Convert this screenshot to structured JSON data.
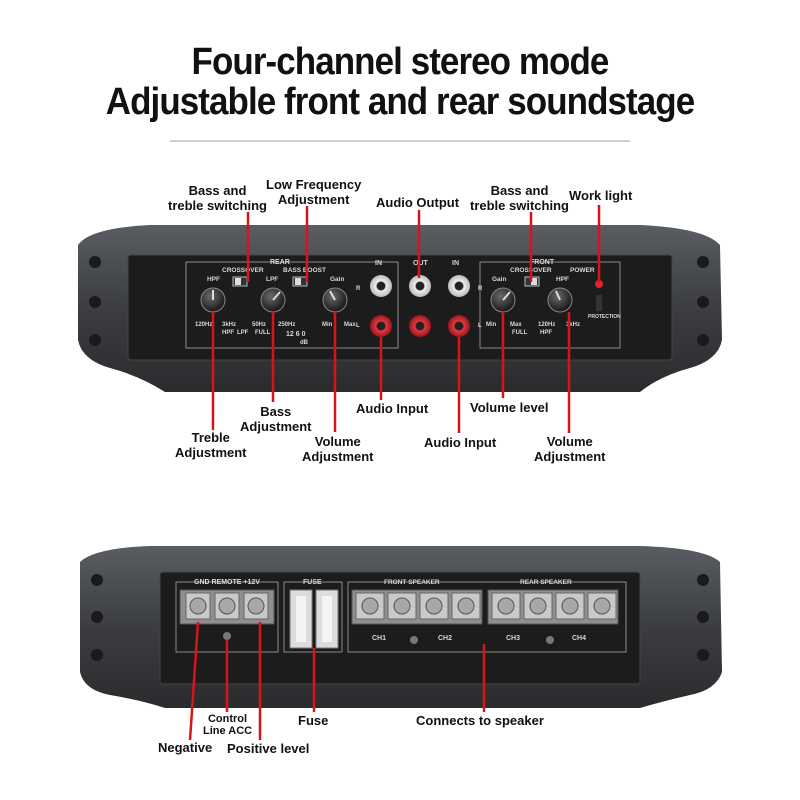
{
  "headline": {
    "line1": "Four-channel stereo mode",
    "line2": "Adjustable front and rear soundstage"
  },
  "panel_top": {
    "rear": "REAR",
    "front": "FRONT",
    "in_left": "IN",
    "out": "OUT",
    "in_right": "IN",
    "crossover": "CROSSOVER",
    "bass_boost": "BASS BOOST",
    "gain": "Gain",
    "hpf": "HPF",
    "lpf": "LPF",
    "power": "POWER",
    "protection": "PROTECTION",
    "hz120": "120Hz",
    "khz3": "3kHz",
    "hz50": "50Hz",
    "hz250": "250Hz",
    "min": "Min",
    "max": "Max",
    "full": "FULL",
    "db_values": "12  6  0",
    "db": "dB",
    "r": "R",
    "l": "L"
  },
  "panel_bottom": {
    "gnd_remote_12v": "GND  REMOTE  +12V",
    "fuse": "FUSE",
    "front_speaker": "FRONT SPEAKER",
    "rear_speaker": "REAR SPEAKER",
    "ch1": "CH1",
    "ch2": "CH2",
    "ch3": "CH3",
    "ch4": "CH4"
  },
  "callouts_top": {
    "bass_treble_switching_left": "Bass and\ntreble switching",
    "low_frequency_adjustment": "Low Frequency\nAdjustment",
    "audio_output": "Audio Output",
    "bass_treble_switching_right": "Bass and\ntreble switching",
    "work_light": "Work light",
    "treble_adjustment": "Treble\nAdjustment",
    "bass_adjustment": "Bass\nAdjustment",
    "volume_adjustment_left": "Volume\nAdjustment",
    "audio_input_left": "Audio Input",
    "audio_input_right": "Audio Input",
    "volume_level": "Volume level",
    "volume_adjustment_right": "Volume\nAdjustment"
  },
  "callouts_bottom": {
    "negative": "Negative",
    "control_line_acc": "Control\nLine ACC",
    "positive_level": "Positive level",
    "fuse": "Fuse",
    "connects_to_speaker": "Connects to speaker"
  },
  "colors": {
    "leader": "#d7141a",
    "amp_body": "#3d3f42",
    "panel": "#1c1c1c",
    "rca_red": "#c8202a",
    "terminal": "#b9b9b9"
  }
}
